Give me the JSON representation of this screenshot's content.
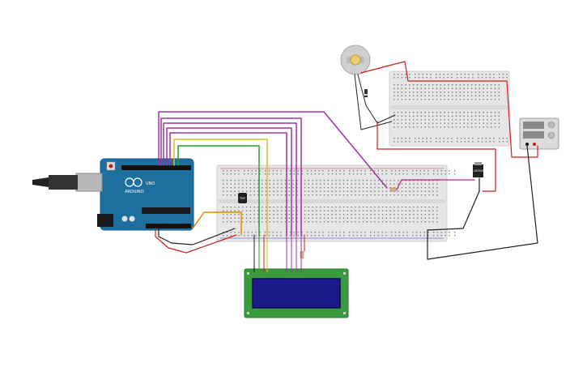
{
  "arduino": {
    "brand_text": "UNO",
    "maker_text": "ARDUINO"
  },
  "temperature_sensor": {
    "label": "TMP"
  },
  "voltage_regulator": {
    "label": "LM7805"
  },
  "colors": {
    "arduino_board": "#1d6fa0",
    "lcd_pcb": "#3a9a3e",
    "lcd_screen": "#1a2a8a",
    "breadboard": "#e6e6e6",
    "wire_purple": "#a033a0",
    "wire_yellow": "#d6c020",
    "wire_green": "#2aa02a",
    "wire_orange": "#e08a00",
    "wire_red": "#d02020",
    "wire_black": "#202020",
    "wire_magenta": "#c0208a"
  }
}
